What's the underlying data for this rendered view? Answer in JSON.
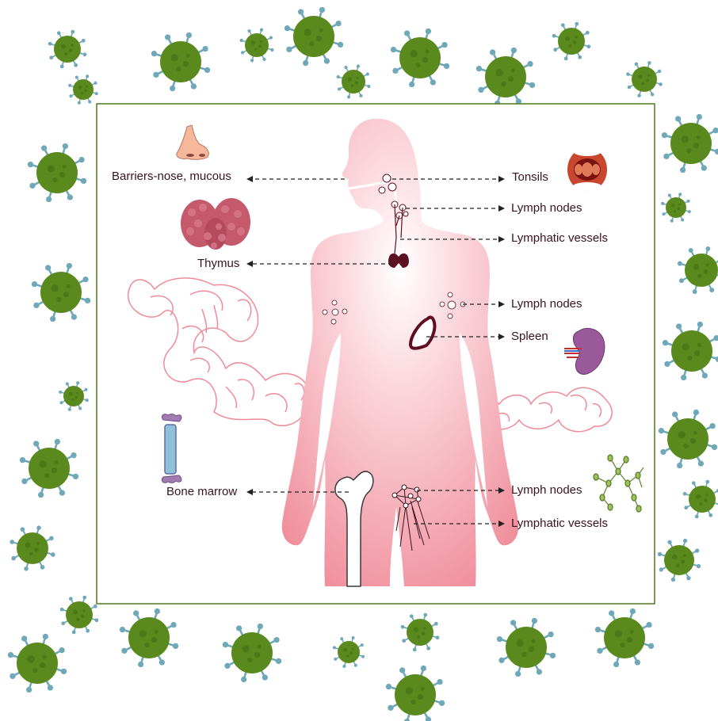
{
  "labels": {
    "barriers": "Barriers-nose, mucous",
    "thymus": "Thymus",
    "bone_marrow": "Bone marrow",
    "tonsils": "Tonsils",
    "lymph_nodes_neck": "Lymph nodes",
    "lymphatic_vessels_neck": "Lymphatic vessels",
    "lymph_nodes_armpit": "Lymph nodes",
    "spleen": "Spleen",
    "lymph_nodes_groin": "Lymph nodes",
    "lymphatic_vessels_groin": "Lymphatic vessels"
  },
  "colors": {
    "frame": "#4f7a1e",
    "virus_body": "#5a8a1e",
    "virus_spike": "#6fa8b8",
    "body_top": "#fde4e8",
    "body_bottom": "#f19aa6",
    "label_text": "#3a1320",
    "organ_dark": "#5e0f22",
    "intestine_outline": "#f08a98"
  },
  "icons": [
    "nose-icon",
    "thymus-icon",
    "bone-icon",
    "mouth-tonsils-icon",
    "spleen-icon",
    "lymph-node-cluster-icon",
    "virus-icon"
  ]
}
